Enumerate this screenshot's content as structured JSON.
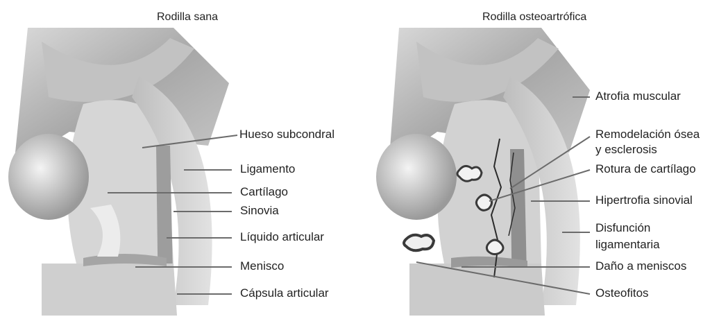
{
  "healthy": {
    "title": "Rodilla sana",
    "labels": {
      "subchondral": "Hueso subcondral",
      "ligament": "Ligamento",
      "cartilage": "Cartílago",
      "synovium": "Sinovia",
      "fluid": "Líquido articular",
      "meniscus": "Menisco",
      "capsule": "Cápsula articular"
    }
  },
  "oa": {
    "title": "Rodilla osteoartrófica",
    "labels": {
      "atrophy": "Atrofia muscular",
      "remodel_1": "Remodelación ósea",
      "remodel_2": "y esclerosis",
      "cartilage_break": "Rotura de cartílago",
      "synovial": "Hipertrofia sinovial",
      "ligament_1": "Disfunción",
      "ligament_2": "ligamentaria",
      "meniscus_damage": "Daño a meniscos",
      "osteophytes": "Osteofitos"
    }
  },
  "colors": {
    "line": "#6b6b6b",
    "tissue_dark": "#8c8c8c",
    "tissue_mid": "#b5b5b5",
    "tissue_light": "#dedede"
  }
}
